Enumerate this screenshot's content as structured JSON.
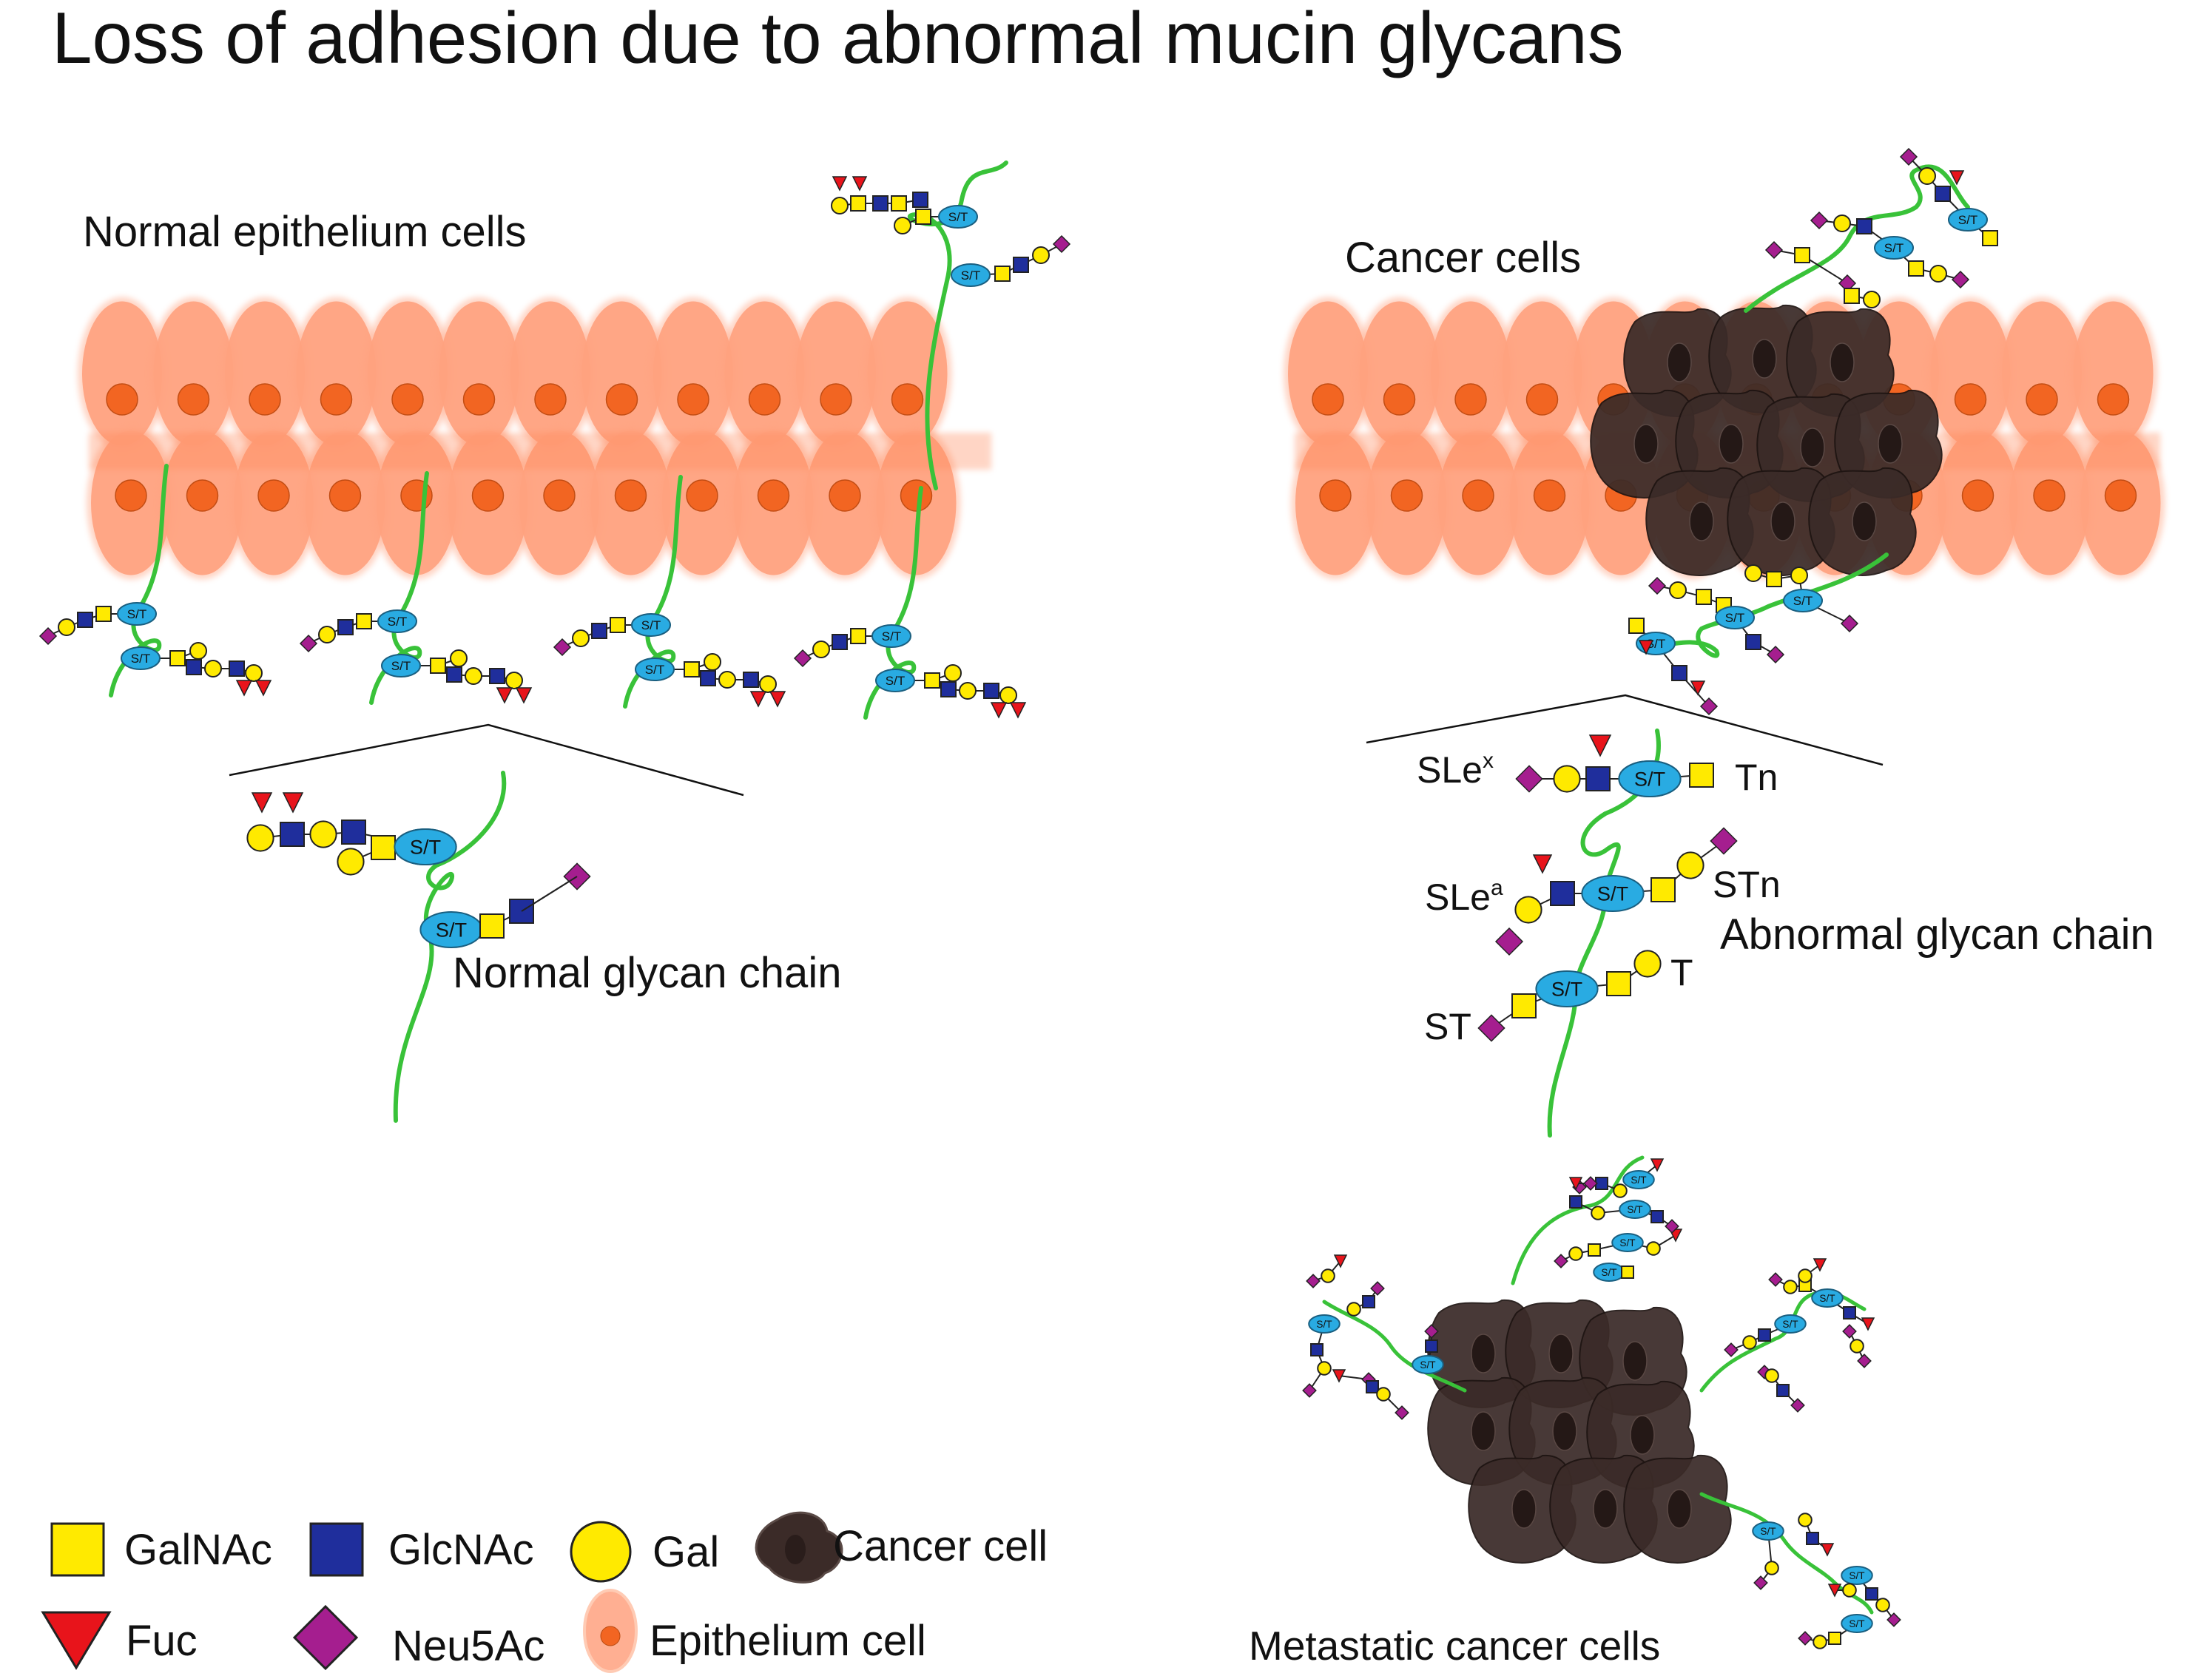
{
  "title": "Loss of adhesion due to abnormal mucin glycans",
  "panels": {
    "normal_label": "Normal epithelium cells",
    "cancer_label": "Cancer cells",
    "normal_chain_label": "Normal glycan chain",
    "abnormal_chain_label": "Abnormal glycan chain",
    "metastatic_label": "Metastatic cancer cells"
  },
  "glycan_labels": {
    "slex": "SLe",
    "slex_sup": "x",
    "slea": "SLe",
    "slea_sup": "a",
    "tn": "Tn",
    "stn": "STn",
    "t": "T",
    "st": "ST"
  },
  "site_label": "S/T",
  "legend": {
    "galnac": "GalNAc",
    "glcnac": "GlcNAc",
    "gal": "Gal",
    "cancer_cell": "Cancer cell",
    "fuc": "Fuc",
    "neu5ac": "Neu5Ac",
    "epithelium_cell": "Epithelium cell"
  },
  "colors": {
    "galnac": "#FFEA00",
    "glcnac": "#1F2E9C",
    "gal": "#FFEA00",
    "fuc": "#E8141B",
    "neu5ac": "#A51E8F",
    "epithelium": "#FFA27F",
    "nucleus": "#F26522",
    "cancer": "#3B2B28",
    "site": "#29ABE2",
    "chain": "#39C239"
  }
}
